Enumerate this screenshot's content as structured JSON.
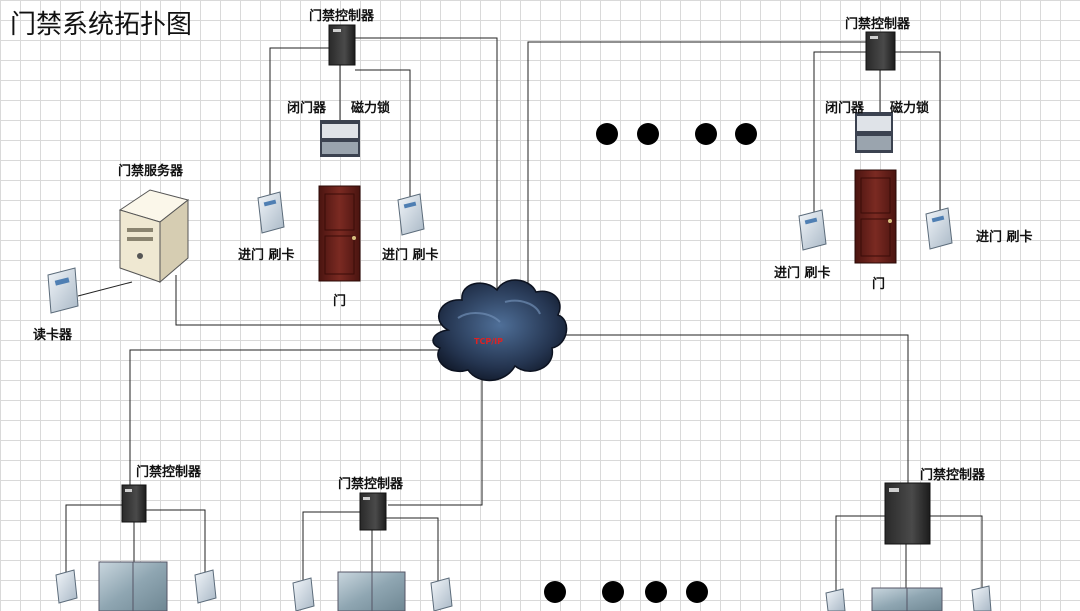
{
  "title": "门禁系统拓扑图",
  "network": {
    "label": "TCP/IP"
  },
  "server": {
    "label": "门禁服务器"
  },
  "server_reader": {
    "label": "读卡器"
  },
  "controllers": {
    "top_left": {
      "label": "门禁控制器",
      "closer": "闭门器",
      "maglock": "磁力锁",
      "reader_left": "进门 刷卡",
      "reader_right": "进门 刷卡",
      "door": "门"
    },
    "top_right": {
      "label": "门禁控制器",
      "closer": "闭门器",
      "maglock": "磁力锁",
      "reader_left": "进门 刷卡",
      "reader_right": "进门 刷卡",
      "door": "门"
    },
    "bottom_left": {
      "label": "门禁控制器"
    },
    "bottom_mid": {
      "label": "门禁控制器"
    },
    "bottom_right": {
      "label": "门禁控制器"
    }
  }
}
